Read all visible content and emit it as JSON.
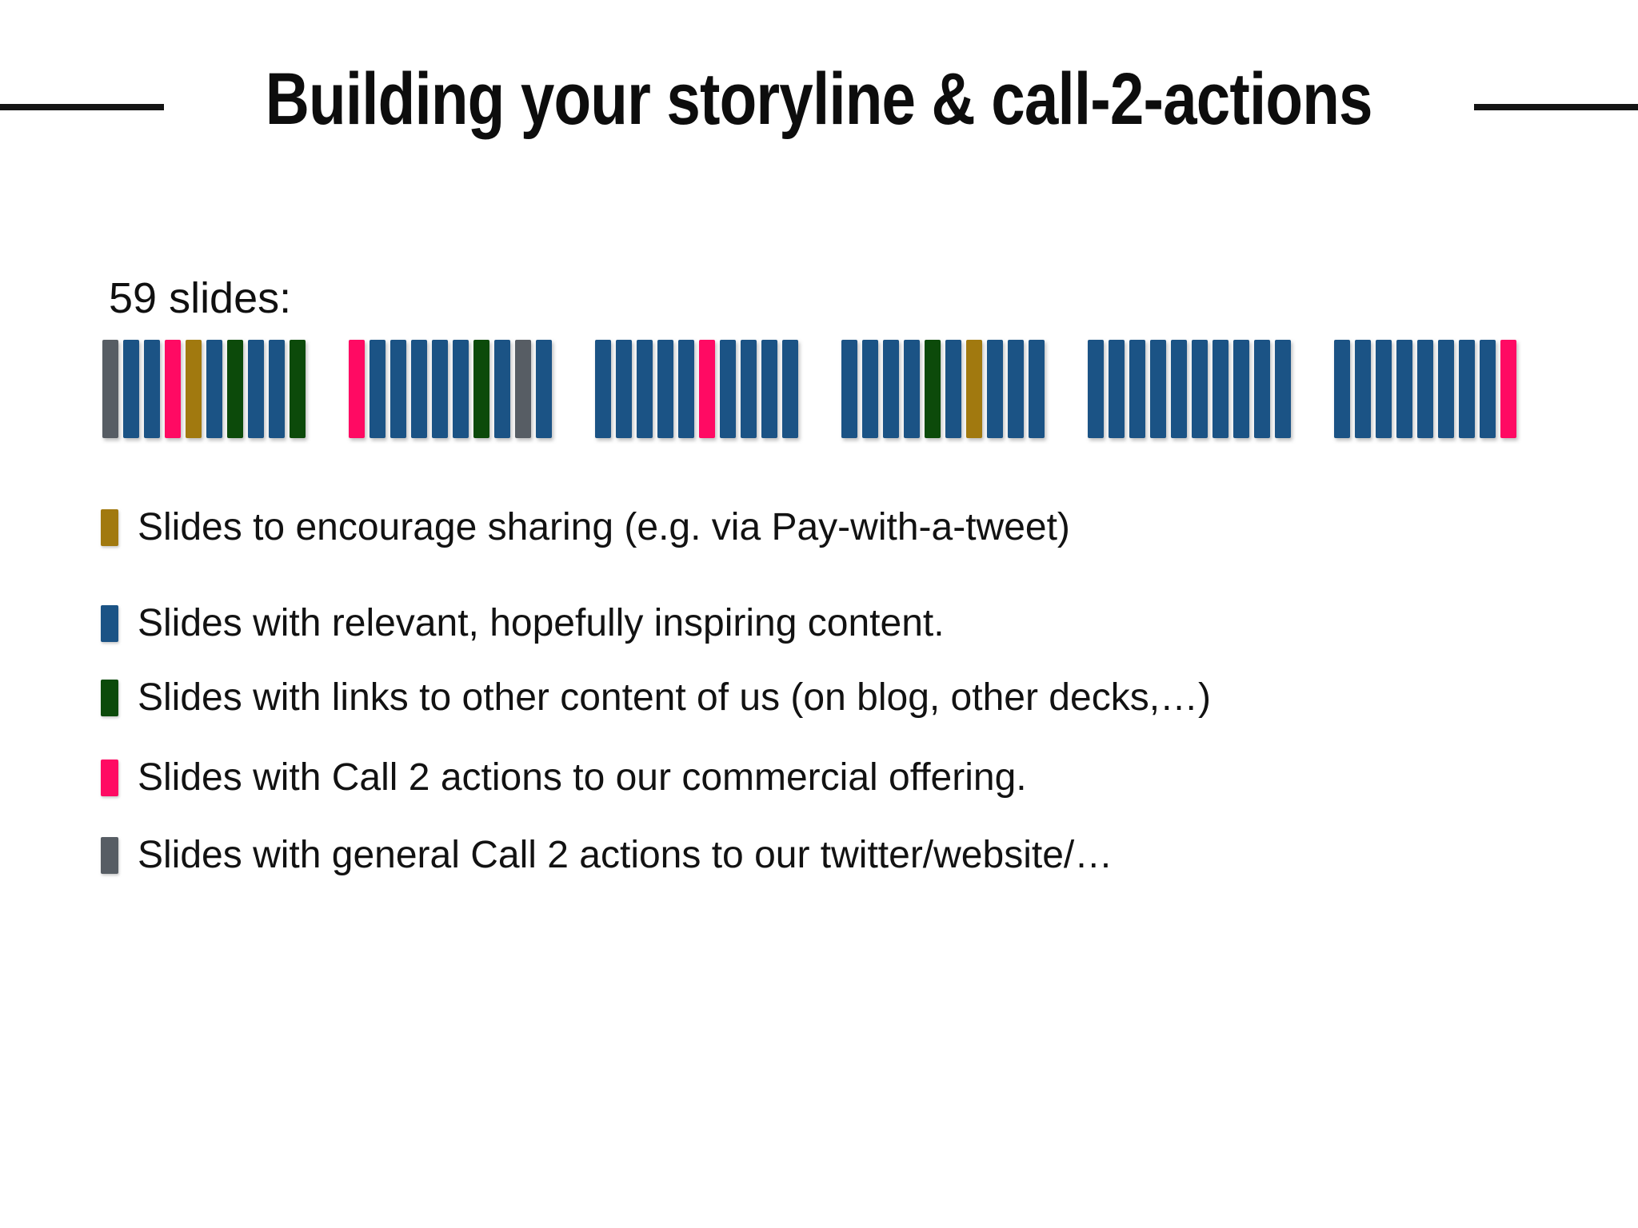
{
  "title": {
    "text": "Building your storyline & call-2-actions"
  },
  "slides_label": "59 slides:",
  "colors": {
    "blue": "#1B5385",
    "green": "#0C4A0A",
    "pink": "#FF0A63",
    "gold": "#A1790F",
    "gray": "#575D64"
  },
  "chart_data": {
    "type": "bar",
    "title": "59 slides:",
    "description": "Sequence of 59 presentation slides shown as equal-height colored bars in 6 groups; color encodes slide purpose per legend",
    "total_slides": 59,
    "groups": [
      [
        "gray",
        "blue",
        "blue",
        "pink",
        "gold",
        "blue",
        "green",
        "blue",
        "blue",
        "green"
      ],
      [
        "pink",
        "blue",
        "blue",
        "blue",
        "blue",
        "blue",
        "green",
        "blue",
        "gray",
        "blue"
      ],
      [
        "blue",
        "blue",
        "blue",
        "blue",
        "blue",
        "pink",
        "blue",
        "blue",
        "blue",
        "blue"
      ],
      [
        "blue",
        "blue",
        "blue",
        "blue",
        "green",
        "blue",
        "gold",
        "blue",
        "blue",
        "blue"
      ],
      [
        "blue",
        "blue",
        "blue",
        "blue",
        "blue",
        "blue",
        "blue",
        "blue",
        "blue",
        "blue"
      ],
      [
        "blue",
        "blue",
        "blue",
        "blue",
        "blue",
        "blue",
        "blue",
        "blue",
        "pink"
      ]
    ],
    "color_counts": {
      "blue": 47,
      "green": 4,
      "pink": 4,
      "gold": 2,
      "gray": 2
    },
    "legend_position": "below"
  },
  "legend": [
    {
      "color_key": "gold",
      "label": "Slides to encourage sharing (e.g. via Pay-with-a-tweet)"
    },
    {
      "color_key": "blue",
      "label": "Slides with relevant, hopefully inspiring content."
    },
    {
      "color_key": "green",
      "label": "Slides with links to other content of us (on blog, other decks,…)"
    },
    {
      "color_key": "pink",
      "label": "Slides with Call 2 actions to our commercial offering."
    },
    {
      "color_key": "gray",
      "label": "Slides with general Call 2 actions to our twitter/website/…"
    }
  ]
}
